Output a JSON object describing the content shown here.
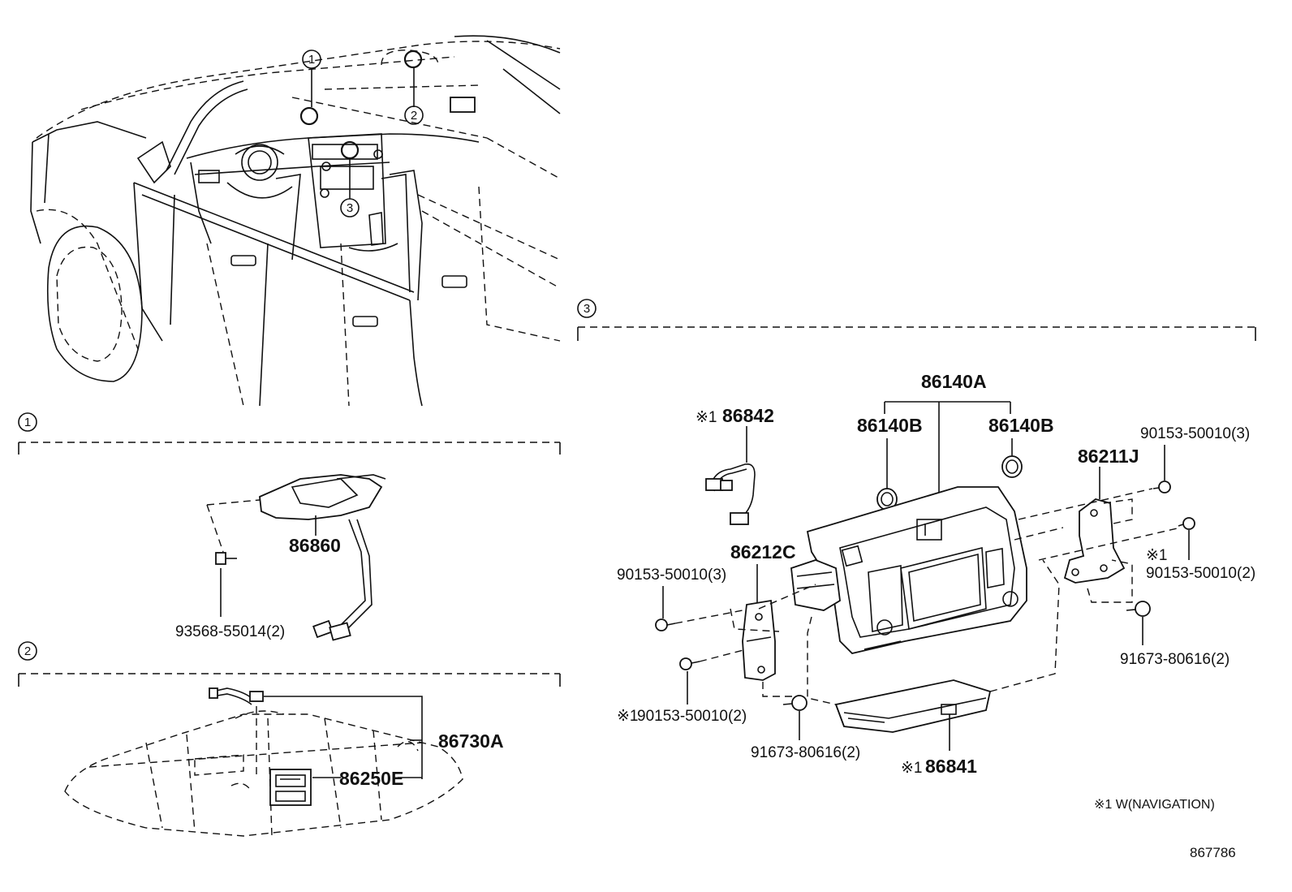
{
  "sections": {
    "overview": {
      "callouts": [
        "1",
        "2",
        "3"
      ]
    },
    "s1": {
      "marker": "1",
      "parts": {
        "p86860": "86860",
        "screw": "93568-55014(2)"
      }
    },
    "s2": {
      "marker": "2",
      "parts": {
        "p86730A": "86730A",
        "p86250E": "86250E"
      }
    },
    "s3": {
      "marker": "3",
      "parts": {
        "p86140A": "86140A",
        "p86140B_left": "86140B",
        "p86140B_right": "86140B",
        "p86842": "86842",
        "p86842_mark": "※1",
        "p86212C": "86212C",
        "p86211J": "86211J",
        "bolt_left_top": "90153-50010(3)",
        "bolt_left_bottom": "90153-50010(2)",
        "bolt_left_bottom_mark": "※1",
        "bolt_right_top": "90153-50010(3)",
        "bolt_right_mid_mark": "※1",
        "bolt_right_mid": "90153-50010(2)",
        "screw_right": "91673-80616(2)",
        "screw_bottom": "91673-80616(2)",
        "p86841": "86841",
        "p86841_mark": "※1"
      },
      "footnote": "※1 W(NAVIGATION)"
    }
  },
  "diagram_ref": "867786"
}
